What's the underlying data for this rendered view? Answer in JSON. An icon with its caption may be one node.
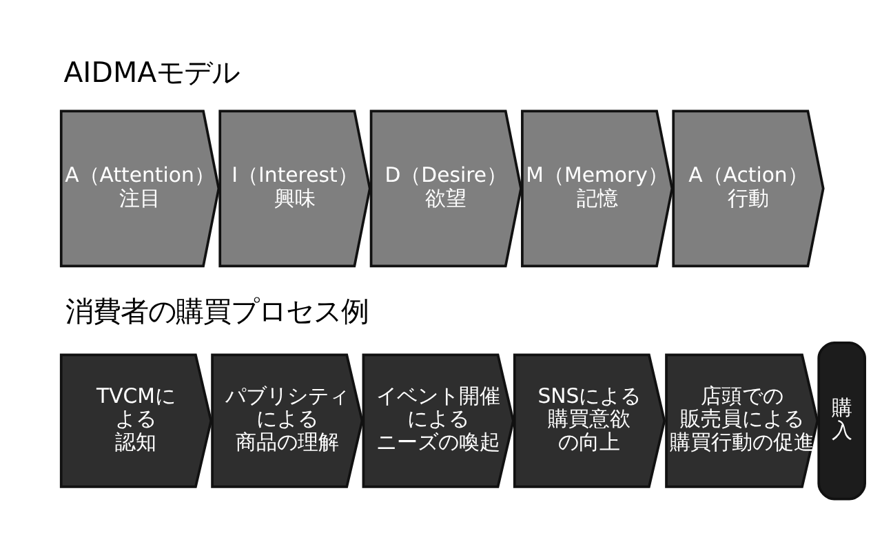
{
  "diagram": {
    "nodes": [
      {
        "text": [
          "A（Attention）",
          "注目"
        ]
      },
      {
        "text": [
          "I（Interest）",
          "興味"
        ]
      },
      {
        "text": [
          "D（Desire）",
          "欲望"
        ]
      },
      {
        "text": [
          "M（Memory）",
          "記憶"
        ]
      },
      {
        "text": [
          "A（Action）",
          "行動"
        ]
      },
      {
        "text": [
          "TVCMによる認知"
        ]
      },
      {
        "text": [
          "パブリシティによる商品の理解"
        ]
      },
      {
        "text": [
          "イベント開催によるニーズの喚起"
        ]
      },
      {
        "text": [
          "SNSによる購買意欲の向上"
        ]
      },
      {
        "text": [
          "店頭での販売員による購買行動の促進"
        ]
      },
      {
        "text": [
          "購入"
        ]
      }
    ],
    "labels": [
      "AIDMAモデル",
      "消費者の購買プロセス例"
    ]
  }
}
